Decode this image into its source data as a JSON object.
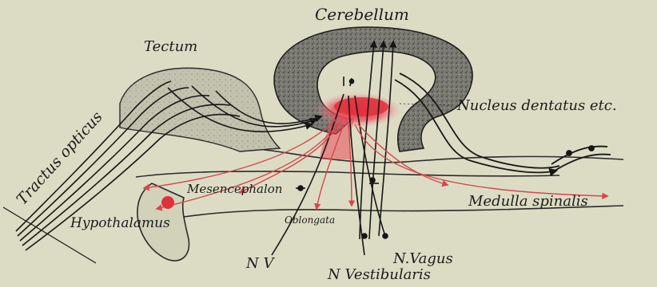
{
  "labels": {
    "cerebellum": "Cerebellum",
    "tectum": "Tectum",
    "nucleus_dentatus": "Nucleus dentatus etc.",
    "tractus_opticus": "Tractus opticus",
    "mesencephalon": "Mesencephalon",
    "hypothalamus": "Hypothalamus",
    "oblongata": "Oblongata",
    "medulla_spinalis": "Medulla spinalis",
    "n_v": "N V",
    "n_vagus": "N.Vagus",
    "n_vestibularis": "N Vestibularis"
  },
  "colors": {
    "background": "#dcdcc4",
    "brain_outline": "#2a2a2a",
    "cerebellum_fill": "#6e6e6e",
    "tectum_fill": "#b8b8a4",
    "nucleus_red": "#e0303c",
    "red_fibers": "#d8454e",
    "fibers": "#161616"
  }
}
